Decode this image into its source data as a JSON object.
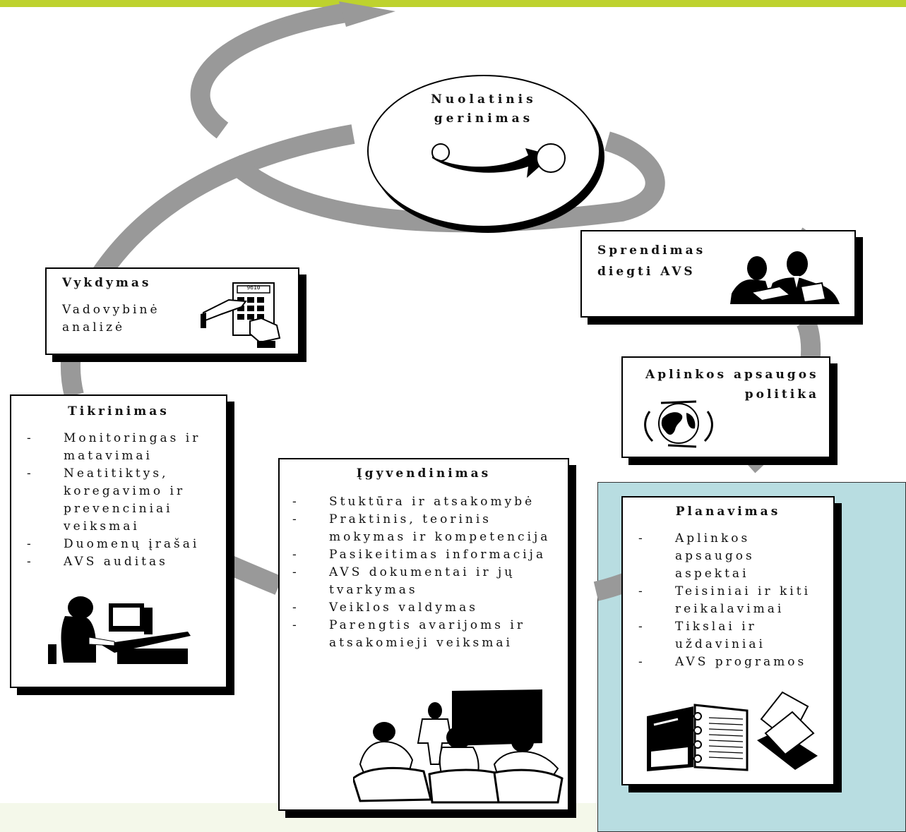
{
  "center": {
    "title_line1": "Nuolatinis",
    "title_line2": "gerinimas"
  },
  "vykdymas": {
    "title": "Vykdymas",
    "line1": "Vadovybinė",
    "line2": "analizė",
    "display": "9610"
  },
  "sprendimas": {
    "line1": "Sprendimas",
    "line2": "diegti AVS"
  },
  "politika": {
    "line1": "Aplinkos apsaugos",
    "line2": "politika"
  },
  "tikrinimas": {
    "title": "Tikrinimas",
    "items": [
      "Monitoringas ir matavimai",
      "Neatitiktys, koregavimo ir prevenciniai veiksmai",
      "Duomenų įrašai",
      "AVS auditas"
    ]
  },
  "igyvendinimas": {
    "title": "Įgyvendinimas",
    "items": [
      "Stuktūra ir atsakomybė",
      "Praktinis, teorinis mokymas ir kompetencija",
      "Pasikeitimas informacija",
      "AVS dokumentai ir jų tvarkymas",
      "Veiklos valdymas",
      "Parengtis avarijoms ir atsakomieji veiksmai"
    ]
  },
  "planavimas": {
    "title": "Planavimas",
    "items": [
      "Aplinkos apsaugos aspektai",
      "Teisiniai ir kiti reikalavimai",
      "Tikslai ir uždaviniai",
      "AVS programos"
    ]
  },
  "colors": {
    "top_bar": "#bed22e",
    "flow": "#999999",
    "highlight": "#b8dde1",
    "bottom_band": "#f4f8ea"
  },
  "icons": [
    "calculator-hand-icon",
    "meeting-people-icon",
    "globe-arrows-icon",
    "computer-user-icon",
    "classroom-icon",
    "binder-documents-icon"
  ]
}
